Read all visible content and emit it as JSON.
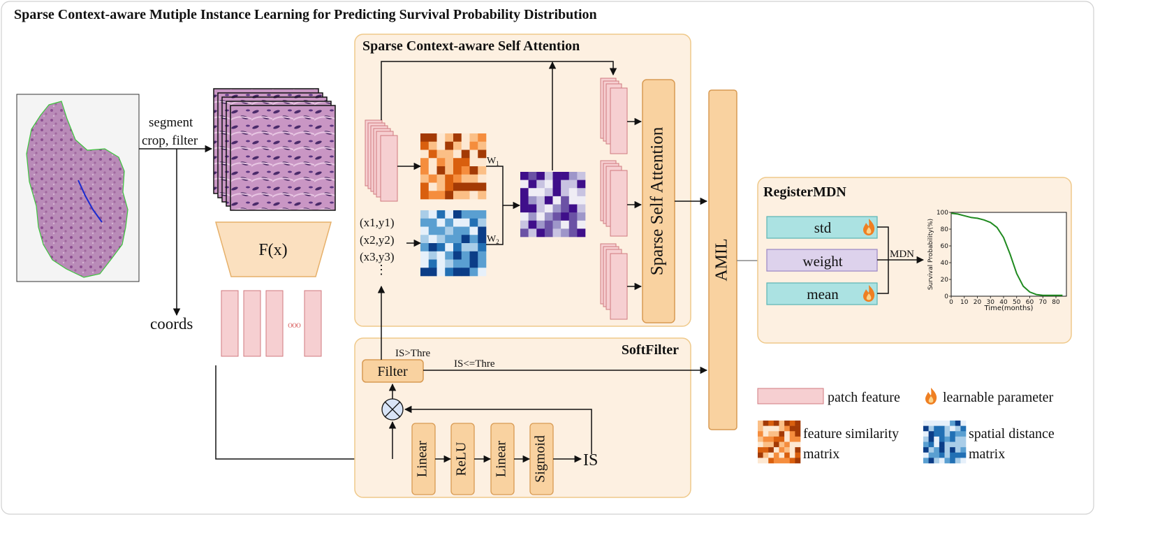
{
  "title": "Sparse Context-aware Mutiple Instance Learning for Predicting Survival Probability Distribution",
  "wsi": {
    "edge_label_1": "segment",
    "edge_label_2": "crop, filter",
    "coords_label": "coords"
  },
  "encoder_label": "F(x)",
  "ellipsis_dots": "ooo",
  "scsa": {
    "title": "Sparse Context-aware Self Attention",
    "w1_label": "W",
    "w1_sub": "1",
    "w2_label": "W",
    "w2_sub": "2",
    "coord_items": [
      "(x1,y1)",
      "(x2,y2)",
      "(x3,y3)"
    ],
    "coord_ellipsis": "⋮",
    "ssa_label": "Sparse Self Attention"
  },
  "softfilter": {
    "title": "SoftFilter",
    "filter_label": "Filter",
    "is_gt_label": "IS>Thre",
    "is_le_label": "IS<=Thre",
    "multiply_symbol": "⊗",
    "layers": [
      "Linear",
      "ReLU",
      "Linear",
      "Sigmoid"
    ],
    "is_label": "IS"
  },
  "amil_label": "AMIL",
  "mdn": {
    "title": "RegisterMDN",
    "std_label": "std",
    "weight_label": "weight",
    "mean_label": "mean",
    "mdn_label": "MDN",
    "learnable_icon": "flame-icon"
  },
  "chart_data": {
    "type": "line",
    "x": [
      0,
      5,
      10,
      15,
      20,
      25,
      30,
      35,
      40,
      45,
      50,
      55,
      60,
      65,
      70,
      75,
      80,
      85
    ],
    "y": [
      99,
      98,
      96,
      94,
      93,
      91,
      88,
      82,
      70,
      50,
      27,
      12,
      5,
      2,
      1,
      1,
      1,
      1
    ],
    "xlabel": "Time(months)",
    "ylabel": "Survival Probability(%)",
    "xticks": [
      0,
      10,
      20,
      30,
      40,
      50,
      60,
      70,
      80
    ],
    "yticks": [
      0,
      20,
      40,
      60,
      80,
      100
    ],
    "xlim": [
      0,
      88
    ],
    "ylim": [
      0,
      100
    ],
    "line_color": "#1f8a1f"
  },
  "legend": {
    "patch_feature": "patch feature",
    "learnable_parameter": "learnable parameter",
    "feature_similarity_1": "feature similarity",
    "feature_similarity_2": "matrix",
    "spatial_distance_1": "spatial distance",
    "spatial_distance_2": "matrix"
  },
  "colors": {
    "panel_fill": "#fdf0e1",
    "panel_stroke": "#efc98a",
    "patch_fill": "#f6cfd1",
    "patch_stroke": "#d07a7f",
    "orange_box": "#f9d9b0",
    "teal_box": "#abe2e2",
    "lavender_box": "#ddd2ec",
    "orange_matrix": [
      "#fde8d2",
      "#fbbf86",
      "#f58d3d",
      "#d95f0e",
      "#a33a05"
    ],
    "blue_matrix": [
      "#e6f0fa",
      "#a9cde8",
      "#5a9fd1",
      "#2270b4",
      "#0b3d87"
    ],
    "purple_matrix": [
      "#efedf5",
      "#c8c3e1",
      "#9e96c9",
      "#6b52a5",
      "#3f0f8a"
    ]
  }
}
